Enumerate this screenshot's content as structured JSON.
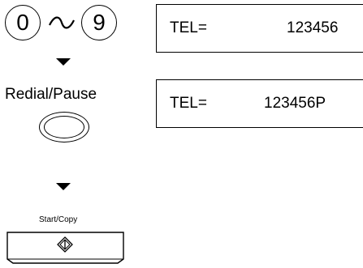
{
  "keys": {
    "num_start": "0",
    "num_end": "9",
    "redial_label": "Redial/Pause",
    "start_label": "Start/Copy"
  },
  "displays": [
    {
      "label": "TEL=",
      "value": "123456"
    },
    {
      "label": "TEL=",
      "value": "123456P"
    }
  ],
  "icons": {
    "range": "tilde-icon",
    "step": "down-triangle-icon",
    "start": "start-diamond-icon"
  }
}
